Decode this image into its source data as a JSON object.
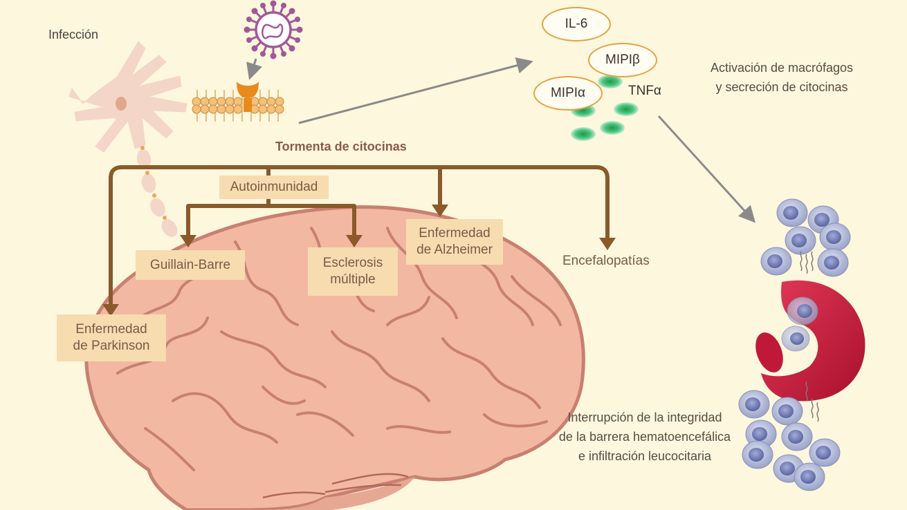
{
  "labels": {
    "infection": "Infección",
    "storm": "Tormenta de citocinas",
    "autoimmunity": "Autoinmunidad",
    "guillain": "Guillain-Barre",
    "sclerosis_1": "Esclerosis",
    "sclerosis_2": "múltiple",
    "alzheimer_1": "Enfermedad",
    "alzheimer_2": "de Alzheimer",
    "encephalopathies": "Encefalopatías",
    "parkinson_1": "Enfermedad",
    "parkinson_2": "de Parkinson",
    "macrophage_1": "Activación de macrófagos",
    "macrophage_2": "y secreción de citocinas",
    "bbb_1": "Interrupción de la integridad",
    "bbb_2": "de la barrera hematoencefálica",
    "bbb_3": "e infiltración leucocitaria"
  },
  "cytokines": {
    "il6": "IL-6",
    "mip1b": "MIPIβ",
    "mip1a": "MIPIα",
    "tnfa": "TNFα"
  },
  "colors": {
    "background": "#fdf7dd",
    "arrow_brown": "#8a5a2a",
    "box_fill": "#f7dcb0",
    "brain": "#f2b8a2",
    "brain_outline": "#c88070",
    "vessel": "#c8203e",
    "oval_border": "#e8a040",
    "cell": "#a8b0d0"
  }
}
